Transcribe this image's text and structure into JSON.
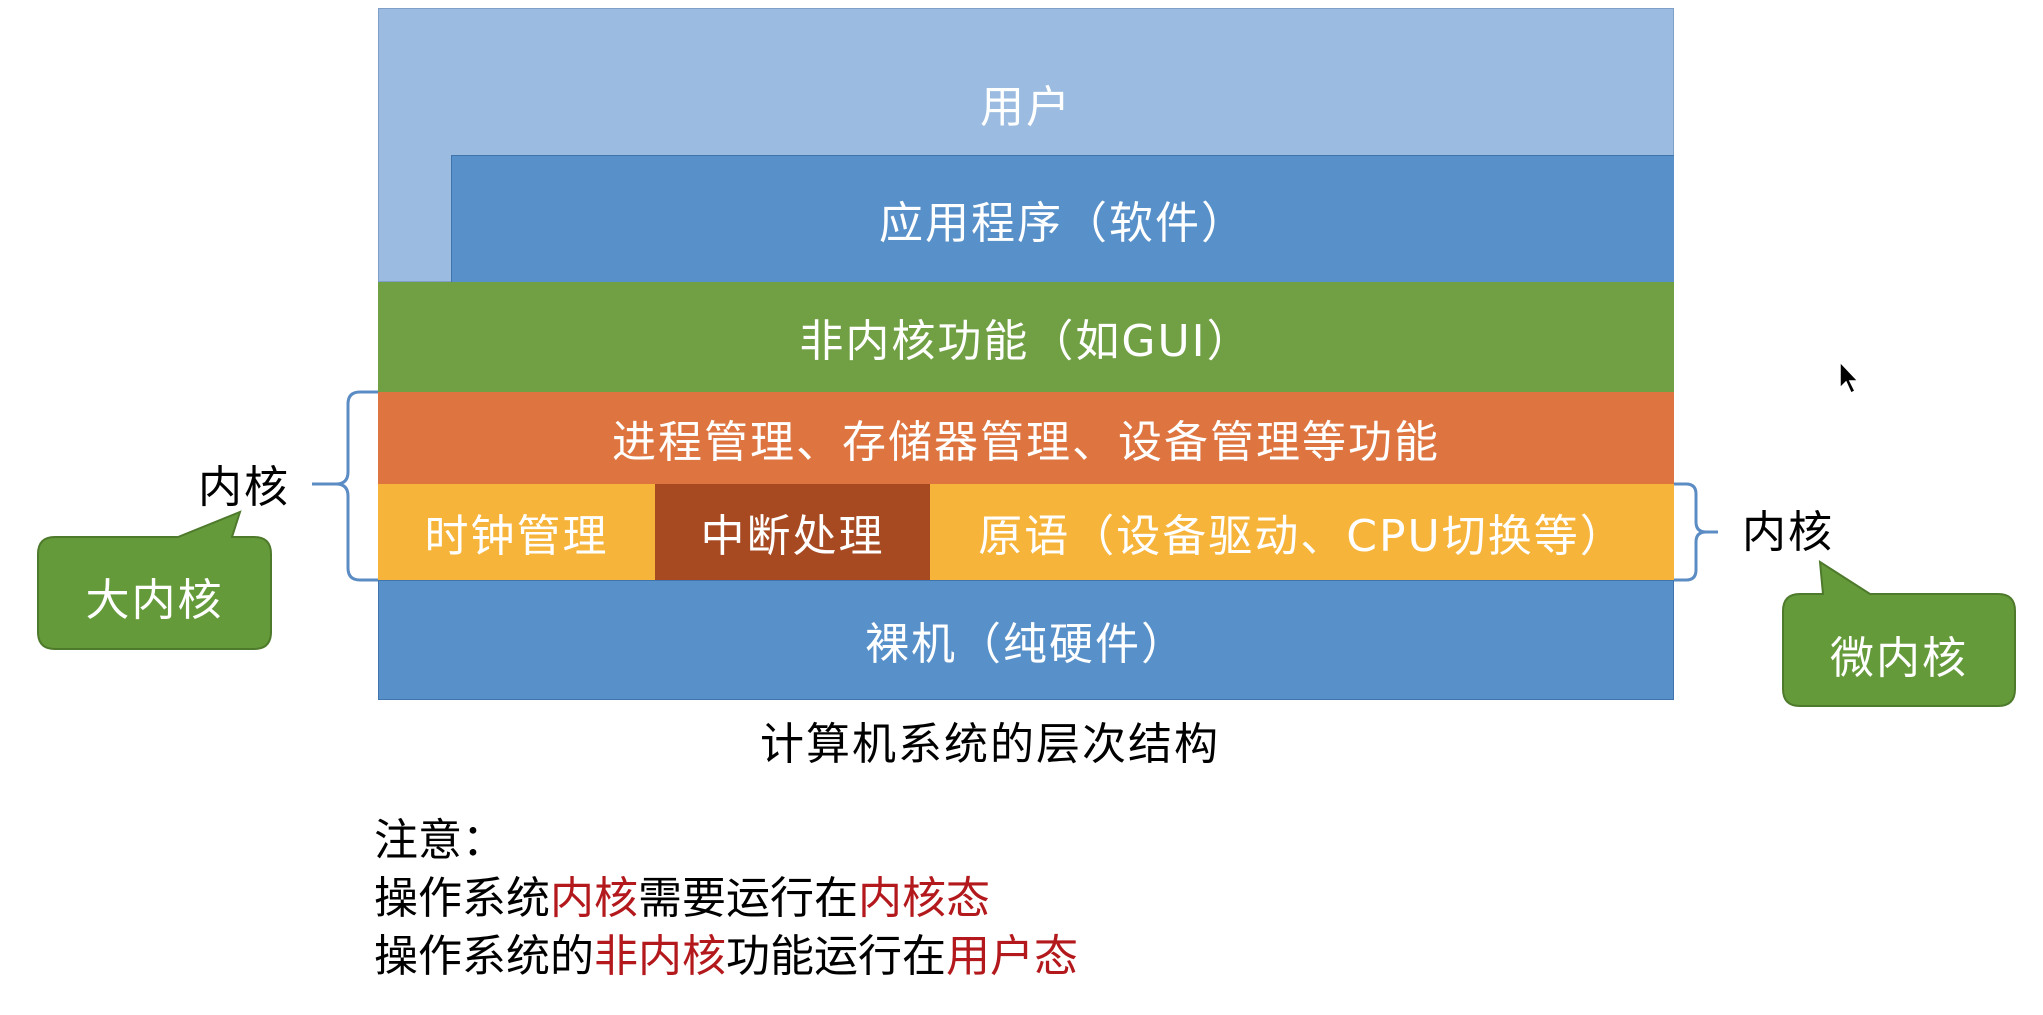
{
  "layers": {
    "user": "用户",
    "app": "应用程序（软件）",
    "nonkernel": "非内核功能（如GUI）",
    "management": "进程管理、存储器管理、设备管理等功能",
    "clock": "时钟管理",
    "interrupt": "中断处理",
    "primitives": "原语（设备驱动、CPU切换等）",
    "hardware": "裸机（纯硬件）"
  },
  "caption": "计算机系统的层次结构",
  "kernel_left_label": "内核",
  "kernel_right_label": "内核",
  "callouts": {
    "big_kernel": "大内核",
    "micro_kernel": "微内核"
  },
  "notes": {
    "title": "注意：",
    "line1": {
      "a": "操作系统",
      "b": "内核",
      "c": "需要运行在",
      "d": "内核态"
    },
    "line2": {
      "a": "操作系统的",
      "b": "非内核",
      "c": "功能运行在",
      "d": "用户态"
    }
  },
  "colors": {
    "user_layer": "#9bbbe0",
    "blue_layer": "#5891ca",
    "green_layer": "#71a044",
    "orange_layer": "#de7540",
    "yellow_cell": "#f6b43b",
    "brown_cell": "#a74a22",
    "callout_green": "#659a3b",
    "brace_blue": "#5b8cc4",
    "highlight_red": "#b3191c"
  }
}
